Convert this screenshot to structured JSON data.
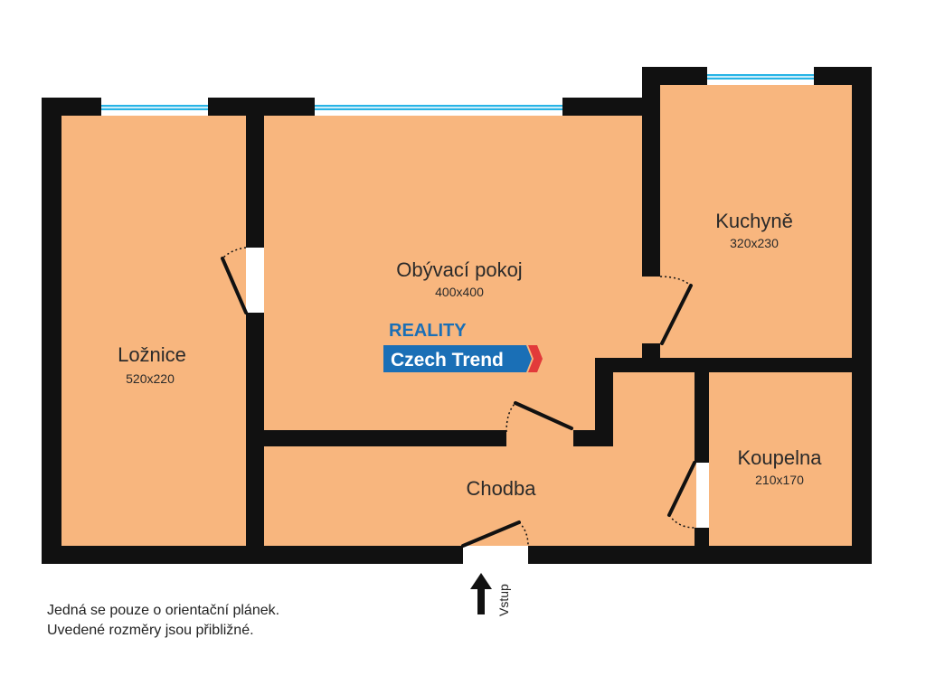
{
  "rooms": {
    "loznice": {
      "name": "Ložnice",
      "dims": "520x220"
    },
    "obyvaci": {
      "name": "Obývací pokoj",
      "dims": "400x400"
    },
    "kuchyne": {
      "name": "Kuchyně",
      "dims": "320x230"
    },
    "koupelna": {
      "name": "Koupelna",
      "dims": "210x170"
    },
    "chodba": {
      "name": "Chodba"
    }
  },
  "entrance": {
    "label": "Vstup"
  },
  "logo": {
    "line1": "REALITY",
    "line2": "Czech Trend"
  },
  "notes": {
    "line1": "Jedná se pouze o orientační plánek.",
    "line2": "Uvedené rozměry jsou přibližné."
  },
  "colors": {
    "floor": "#f8b67e",
    "wall": "#111111",
    "window": "#27b4e6",
    "logo_blue": "#1a6fb6",
    "logo_red": "#e23a3a"
  }
}
